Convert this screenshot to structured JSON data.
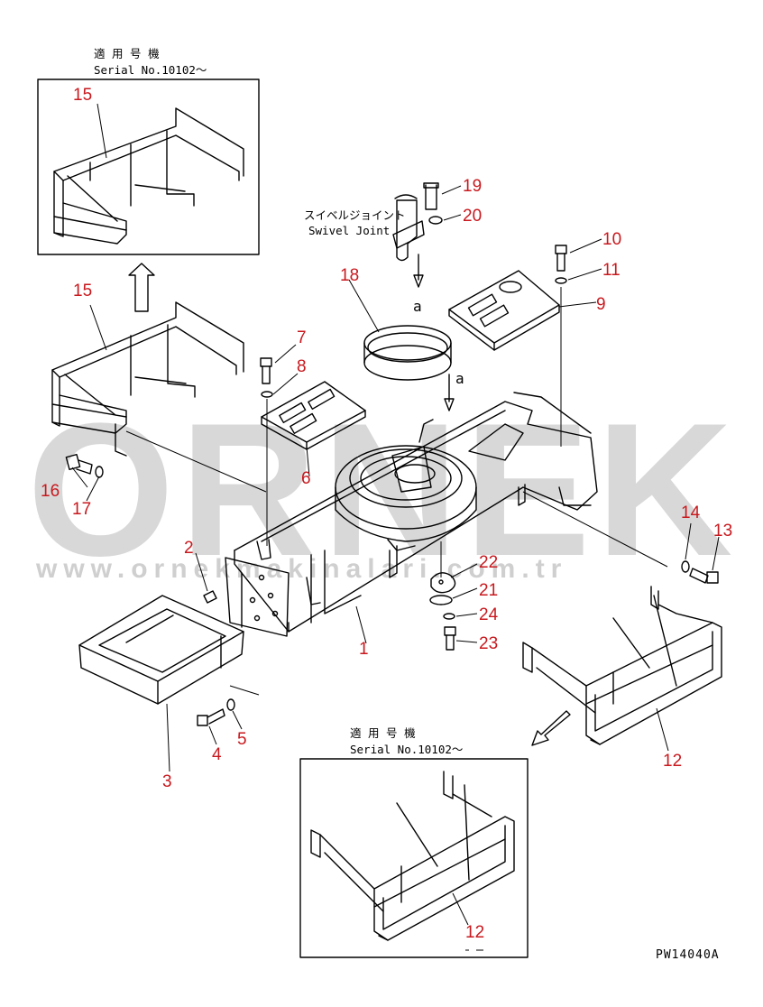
{
  "watermark": {
    "brand": "ORNEK",
    "url": "www.ornekmakinalari.com.tr"
  },
  "drawing_code": "PW14040A",
  "notes": {
    "top_serial_jp": "適 用 号 機",
    "top_serial_en": "Serial No.10102〜",
    "bottom_serial_jp": "適 用 号 機",
    "bottom_serial_en": "Serial No.10102〜",
    "swivel_jp": "スイベルジョイント",
    "swivel_en": "Swivel Joint",
    "ref_a1": "a",
    "ref_a2": "a"
  },
  "callouts": [
    {
      "id": "c1",
      "label": "1"
    },
    {
      "id": "c2",
      "label": "2"
    },
    {
      "id": "c3",
      "label": "3"
    },
    {
      "id": "c4",
      "label": "4"
    },
    {
      "id": "c5",
      "label": "5"
    },
    {
      "id": "c6",
      "label": "6"
    },
    {
      "id": "c7",
      "label": "7"
    },
    {
      "id": "c8",
      "label": "8"
    },
    {
      "id": "c9",
      "label": "9"
    },
    {
      "id": "c10",
      "label": "10"
    },
    {
      "id": "c11",
      "label": "11"
    },
    {
      "id": "c12a",
      "label": "12"
    },
    {
      "id": "c12b",
      "label": "12"
    },
    {
      "id": "c13",
      "label": "13"
    },
    {
      "id": "c14",
      "label": "14"
    },
    {
      "id": "c15a",
      "label": "15"
    },
    {
      "id": "c15b",
      "label": "15"
    },
    {
      "id": "c16",
      "label": "16"
    },
    {
      "id": "c17",
      "label": "17"
    },
    {
      "id": "c18",
      "label": "18"
    },
    {
      "id": "c19",
      "label": "19"
    },
    {
      "id": "c20",
      "label": "20"
    },
    {
      "id": "c21",
      "label": "21"
    },
    {
      "id": "c22",
      "label": "22"
    },
    {
      "id": "c23",
      "label": "23"
    },
    {
      "id": "c24",
      "label": "24"
    }
  ]
}
